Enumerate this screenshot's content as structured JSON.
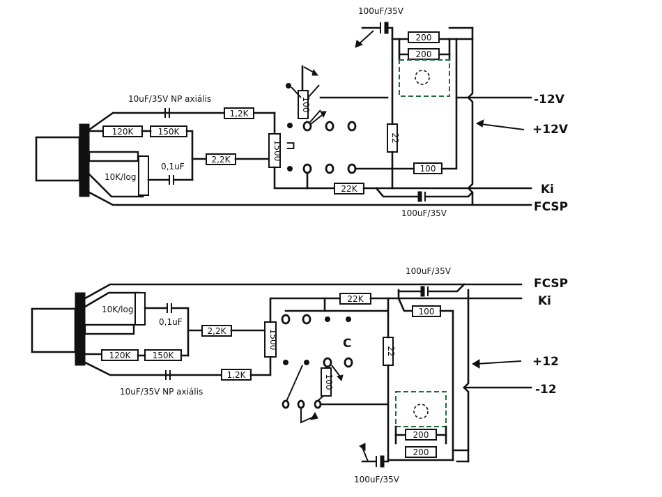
{
  "diagram_top": {
    "cap_axial_label": "10uF/35V NP axiális",
    "r_120": "120K",
    "r_150": "150K",
    "r_1k2": "1,2K",
    "pot_label": "10K/log",
    "cap_01_label": "0,1uF",
    "r_2k2": "2,2K",
    "r_1500": "1500",
    "r_100_vertical": "100",
    "r_22k": "22K",
    "r_22": "22",
    "r_100": "100",
    "r_200_a": "200",
    "r_200_b": "200",
    "cap_100u_top": "100uF/35V",
    "cap_100u_bottom": "100uF/35V",
    "switch_mark": "⊐",
    "rail_minus": "-12V",
    "rail_plus": "+12V",
    "rail_out": "Ki",
    "rail_gnd": "FCSP"
  },
  "diagram_bottom": {
    "cap_axial_label": "10uF/35V NP axiális",
    "r_120": "120K",
    "r_150": "150K",
    "r_1k2": "1,2K",
    "pot_label": "10K/log",
    "cap_01_label": "0,1uF",
    "r_2k2": "2,2K",
    "r_1500": "1500",
    "r_100_vertical": "100",
    "r_22k": "22K",
    "r_22": "22",
    "r_100": "100",
    "r_200_a": "200",
    "r_200_b": "200",
    "cap_100u_top": "100uF/35V",
    "cap_100u_bottom": "100uF/35V",
    "switch_mark": "C",
    "rail_gnd": "FCSP",
    "rail_out": "Ki",
    "rail_plus": "+12",
    "rail_minus": "-12"
  },
  "colors": {
    "ink": "#111111",
    "dashed_outline": "#1e6b3a",
    "background": "#ffffff"
  }
}
